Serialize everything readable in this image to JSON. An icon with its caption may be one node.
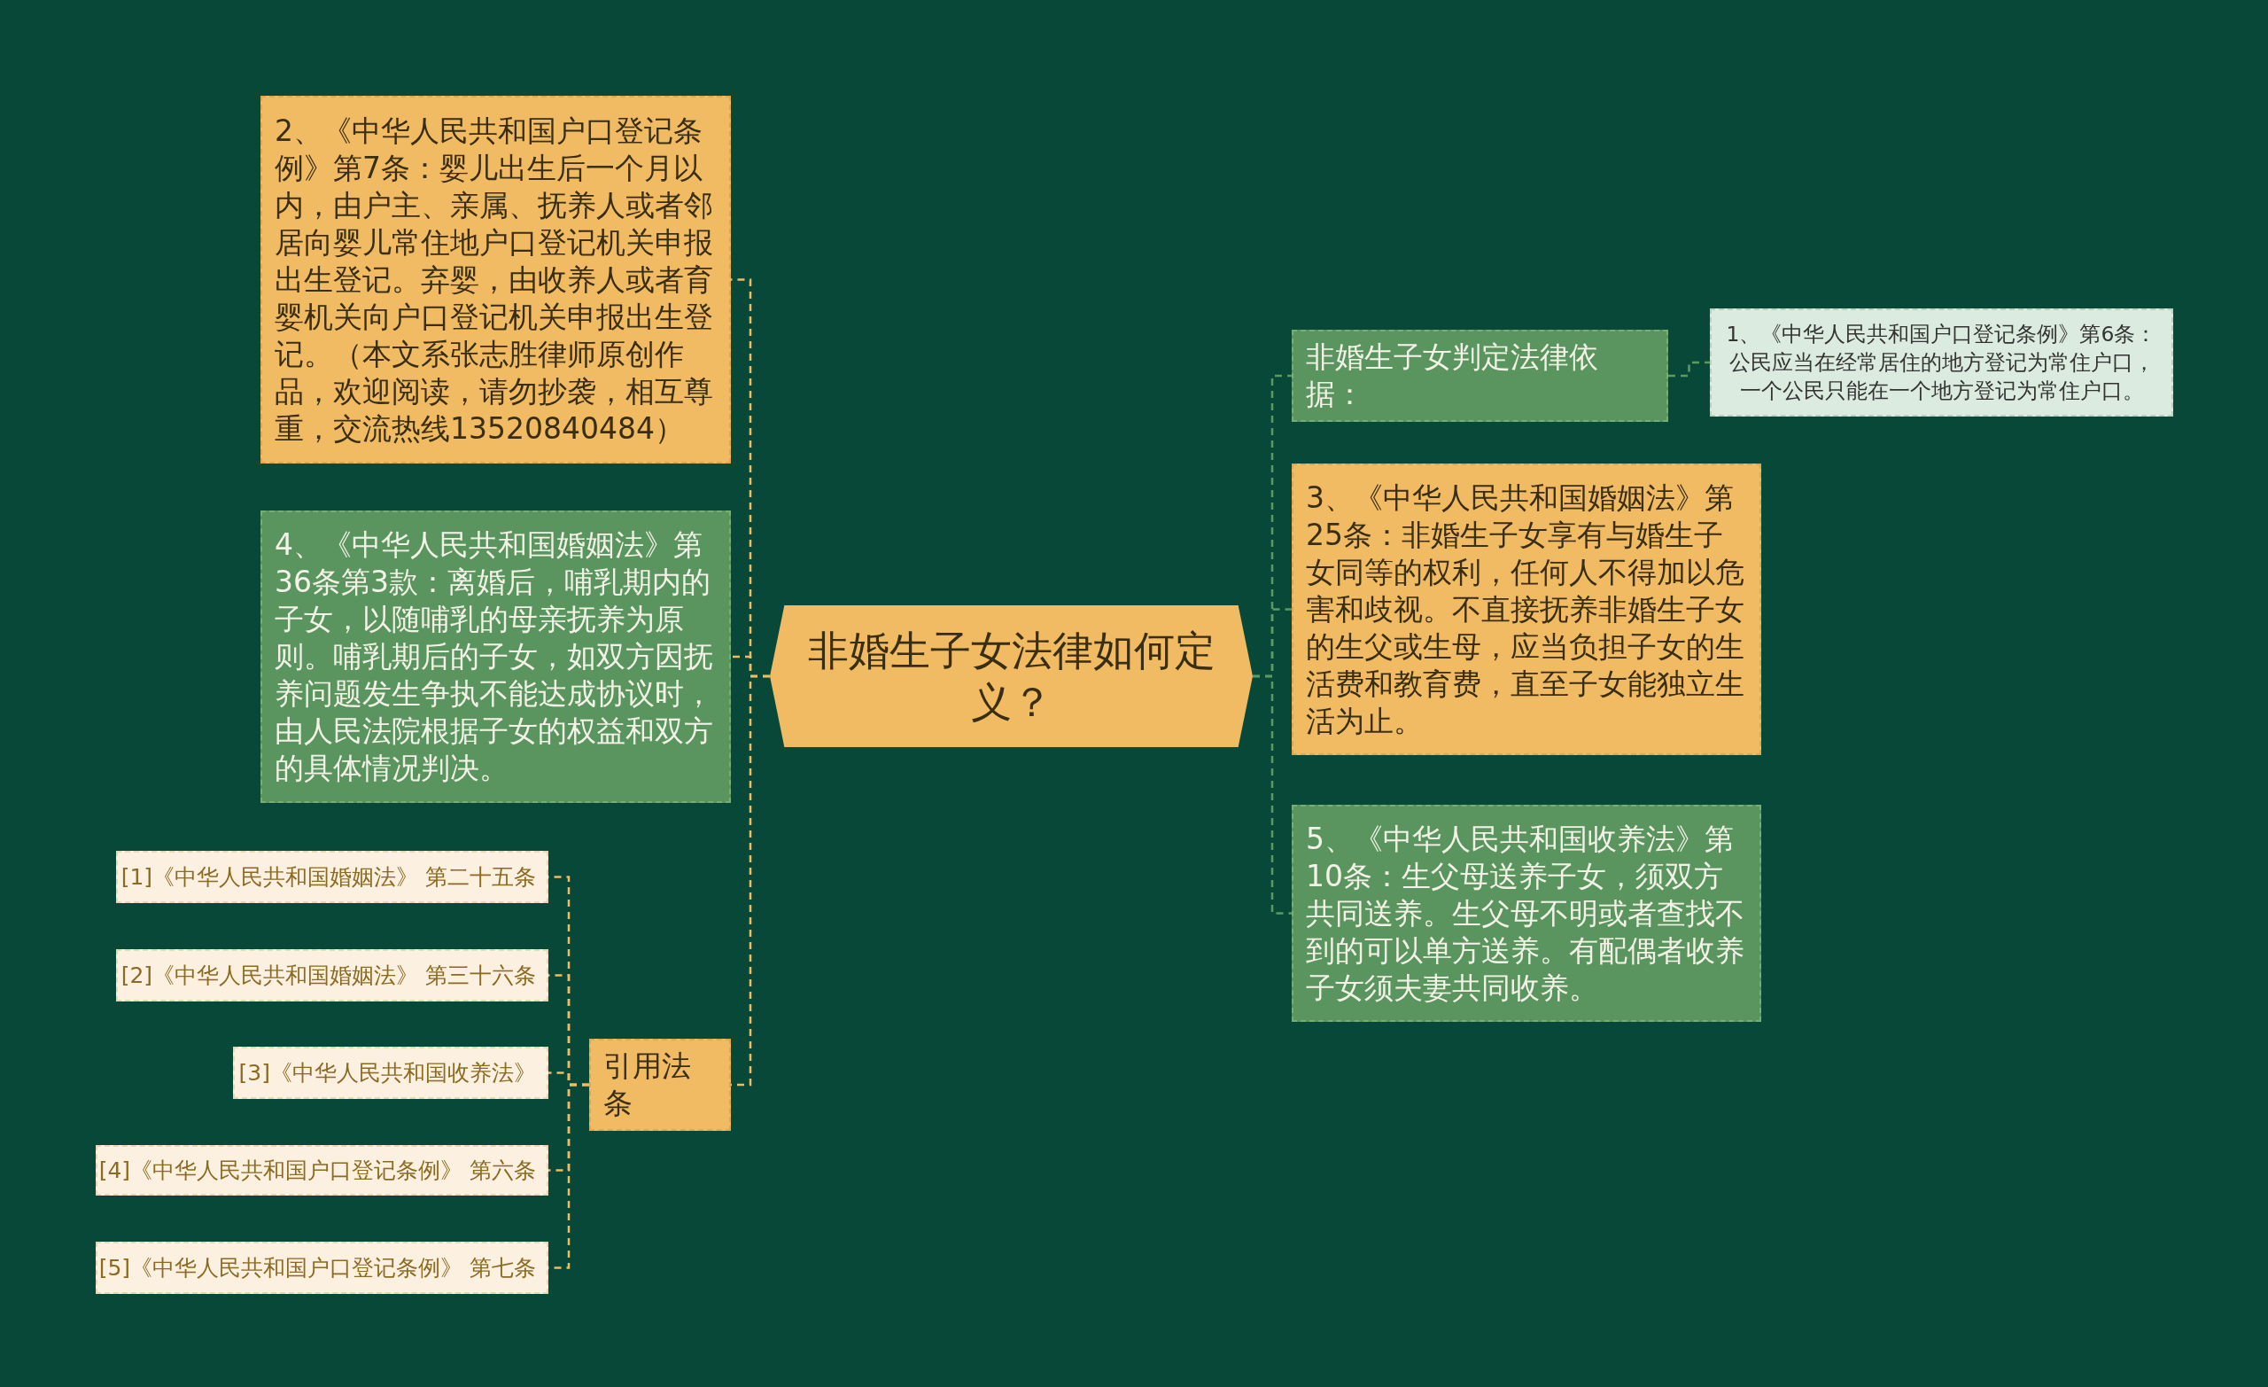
{
  "diagram": {
    "nodes": [
      {
        "text": [
          "非婚生子女法律如何定义？"
        ]
      },
      {
        "text": [
          "非婚生子女判定法律依据："
        ]
      },
      {
        "text": [
          "1、《中华人民共和国户口登记条例》第6条：公民应当在经常居住的地方登记为常住户口，一个公民只能在一个地方登记为常住户口。"
        ]
      },
      {
        "text": [
          "3、《中华人民共和国婚姻法》第25条：非婚生子女享有与婚生子女同等的权利，任何人不得加以危害和歧视。不直接抚养非婚生子女的生父或生母，应当负担子女的生活费和教育费，直至子女能独立生活为止。"
        ]
      },
      {
        "text": [
          "5、《中华人民共和国收养法》第10条：生父母送养子女，须双方共同送养。生父母不明或者查找不到的可以单方送养。有配偶者收养子女须夫妻共同收养。"
        ]
      },
      {
        "text": [
          "2、《中华人民共和国户口登记条例》第7条：婴儿出生后一个月以内，由户主、亲属、抚养人或者邻居向婴儿常住地户口登记机关申报出生登记。弃婴，由收养人或者育婴机关向户口登记机关申报出生登记。（本文系张志胜律师原创作品，欢迎阅读，请勿抄袭，相互尊重，交流热线13520840484）"
        ]
      },
      {
        "text": [
          "4、《中华人民共和国婚姻法》第36条第3款：离婚后，哺乳期内的子女，以随哺乳的母亲抚养为原则。哺乳期后的子女，如双方因抚养问题发生争执不能达成协议时，由人民法院根据子女的权益和双方的具体情况判决。"
        ]
      },
      {
        "text": [
          "引用法条"
        ]
      },
      {
        "text": [
          "[1]《中华人民共和国婚姻法》 第二十五条"
        ]
      },
      {
        "text": [
          "[2]《中华人民共和国婚姻法》 第三十六条"
        ]
      },
      {
        "text": [
          "[3]《中华人民共和国收养法》"
        ]
      },
      {
        "text": [
          "[4]《中华人民共和国户口登记条例》 第六条"
        ]
      },
      {
        "text": [
          "[5]《中华人民共和国户口登记条例》 第七条"
        ]
      }
    ],
    "edges": [
      {
        "from": 0,
        "to": 1,
        "arrow": "none",
        "style": "dashed",
        "color": "#5c9a62"
      },
      {
        "from": 0,
        "to": 3,
        "arrow": "none",
        "style": "dashed",
        "color": "#5c9a62"
      },
      {
        "from": 0,
        "to": 4,
        "arrow": "none",
        "style": "dashed",
        "color": "#5c9a62"
      },
      {
        "from": 1,
        "to": 2,
        "arrow": "none",
        "style": "dashed",
        "color": "#5c9a62"
      },
      {
        "from": 0,
        "to": 5,
        "arrow": "none",
        "style": "dashed",
        "color": "#f0bb62"
      },
      {
        "from": 0,
        "to": 6,
        "arrow": "none",
        "style": "dashed",
        "color": "#f0bb62"
      },
      {
        "from": 0,
        "to": 7,
        "arrow": "none",
        "style": "dashed",
        "color": "#f0bb62"
      },
      {
        "from": 7,
        "to": 8,
        "arrow": "none",
        "style": "dashed",
        "color": "#f0bb62"
      },
      {
        "from": 7,
        "to": 9,
        "arrow": "none",
        "style": "dashed",
        "color": "#f0bb62"
      },
      {
        "from": 7,
        "to": 10,
        "arrow": "none",
        "style": "dashed",
        "color": "#f0bb62"
      },
      {
        "from": 7,
        "to": 11,
        "arrow": "none",
        "style": "dashed",
        "color": "#f0bb62"
      },
      {
        "from": 7,
        "to": 12,
        "arrow": "none",
        "style": "dashed",
        "color": "#f0bb62"
      }
    ]
  }
}
